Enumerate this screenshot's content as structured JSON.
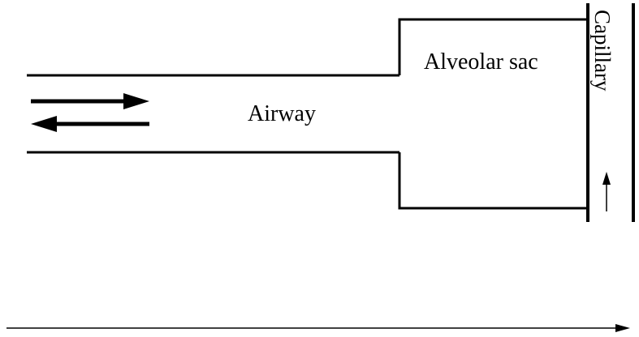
{
  "labels": {
    "airway": "Airway",
    "alveolar_sac": "Alveolar sac",
    "capillary": "Capillary"
  },
  "colors": {
    "ink": "#000000",
    "background": "#ffffff"
  }
}
